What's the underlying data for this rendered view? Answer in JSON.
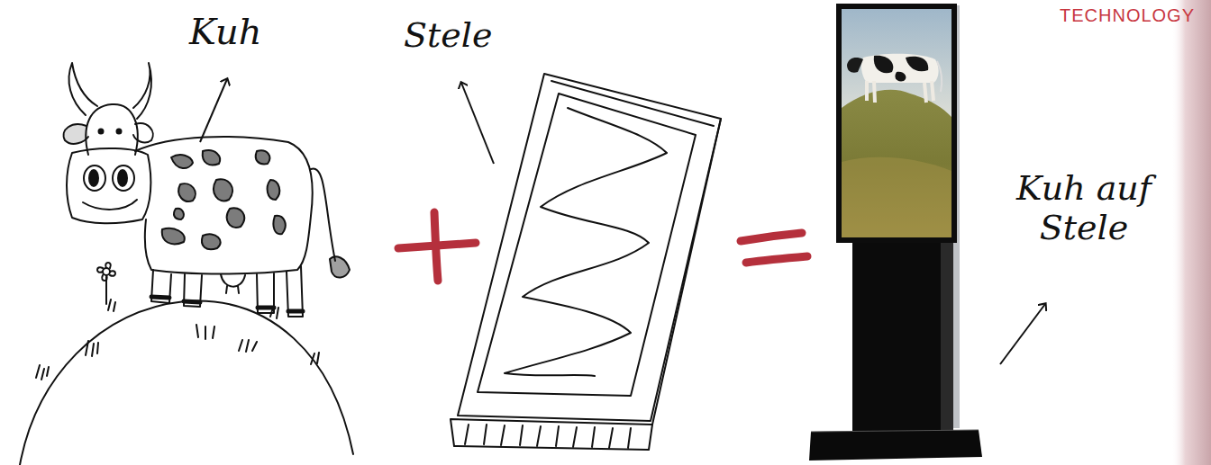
{
  "diagram": {
    "labels": [
      "Kuh",
      "Stele",
      "TECHNOLOGY",
      "Kuh auf Stele"
    ]
  }
}
